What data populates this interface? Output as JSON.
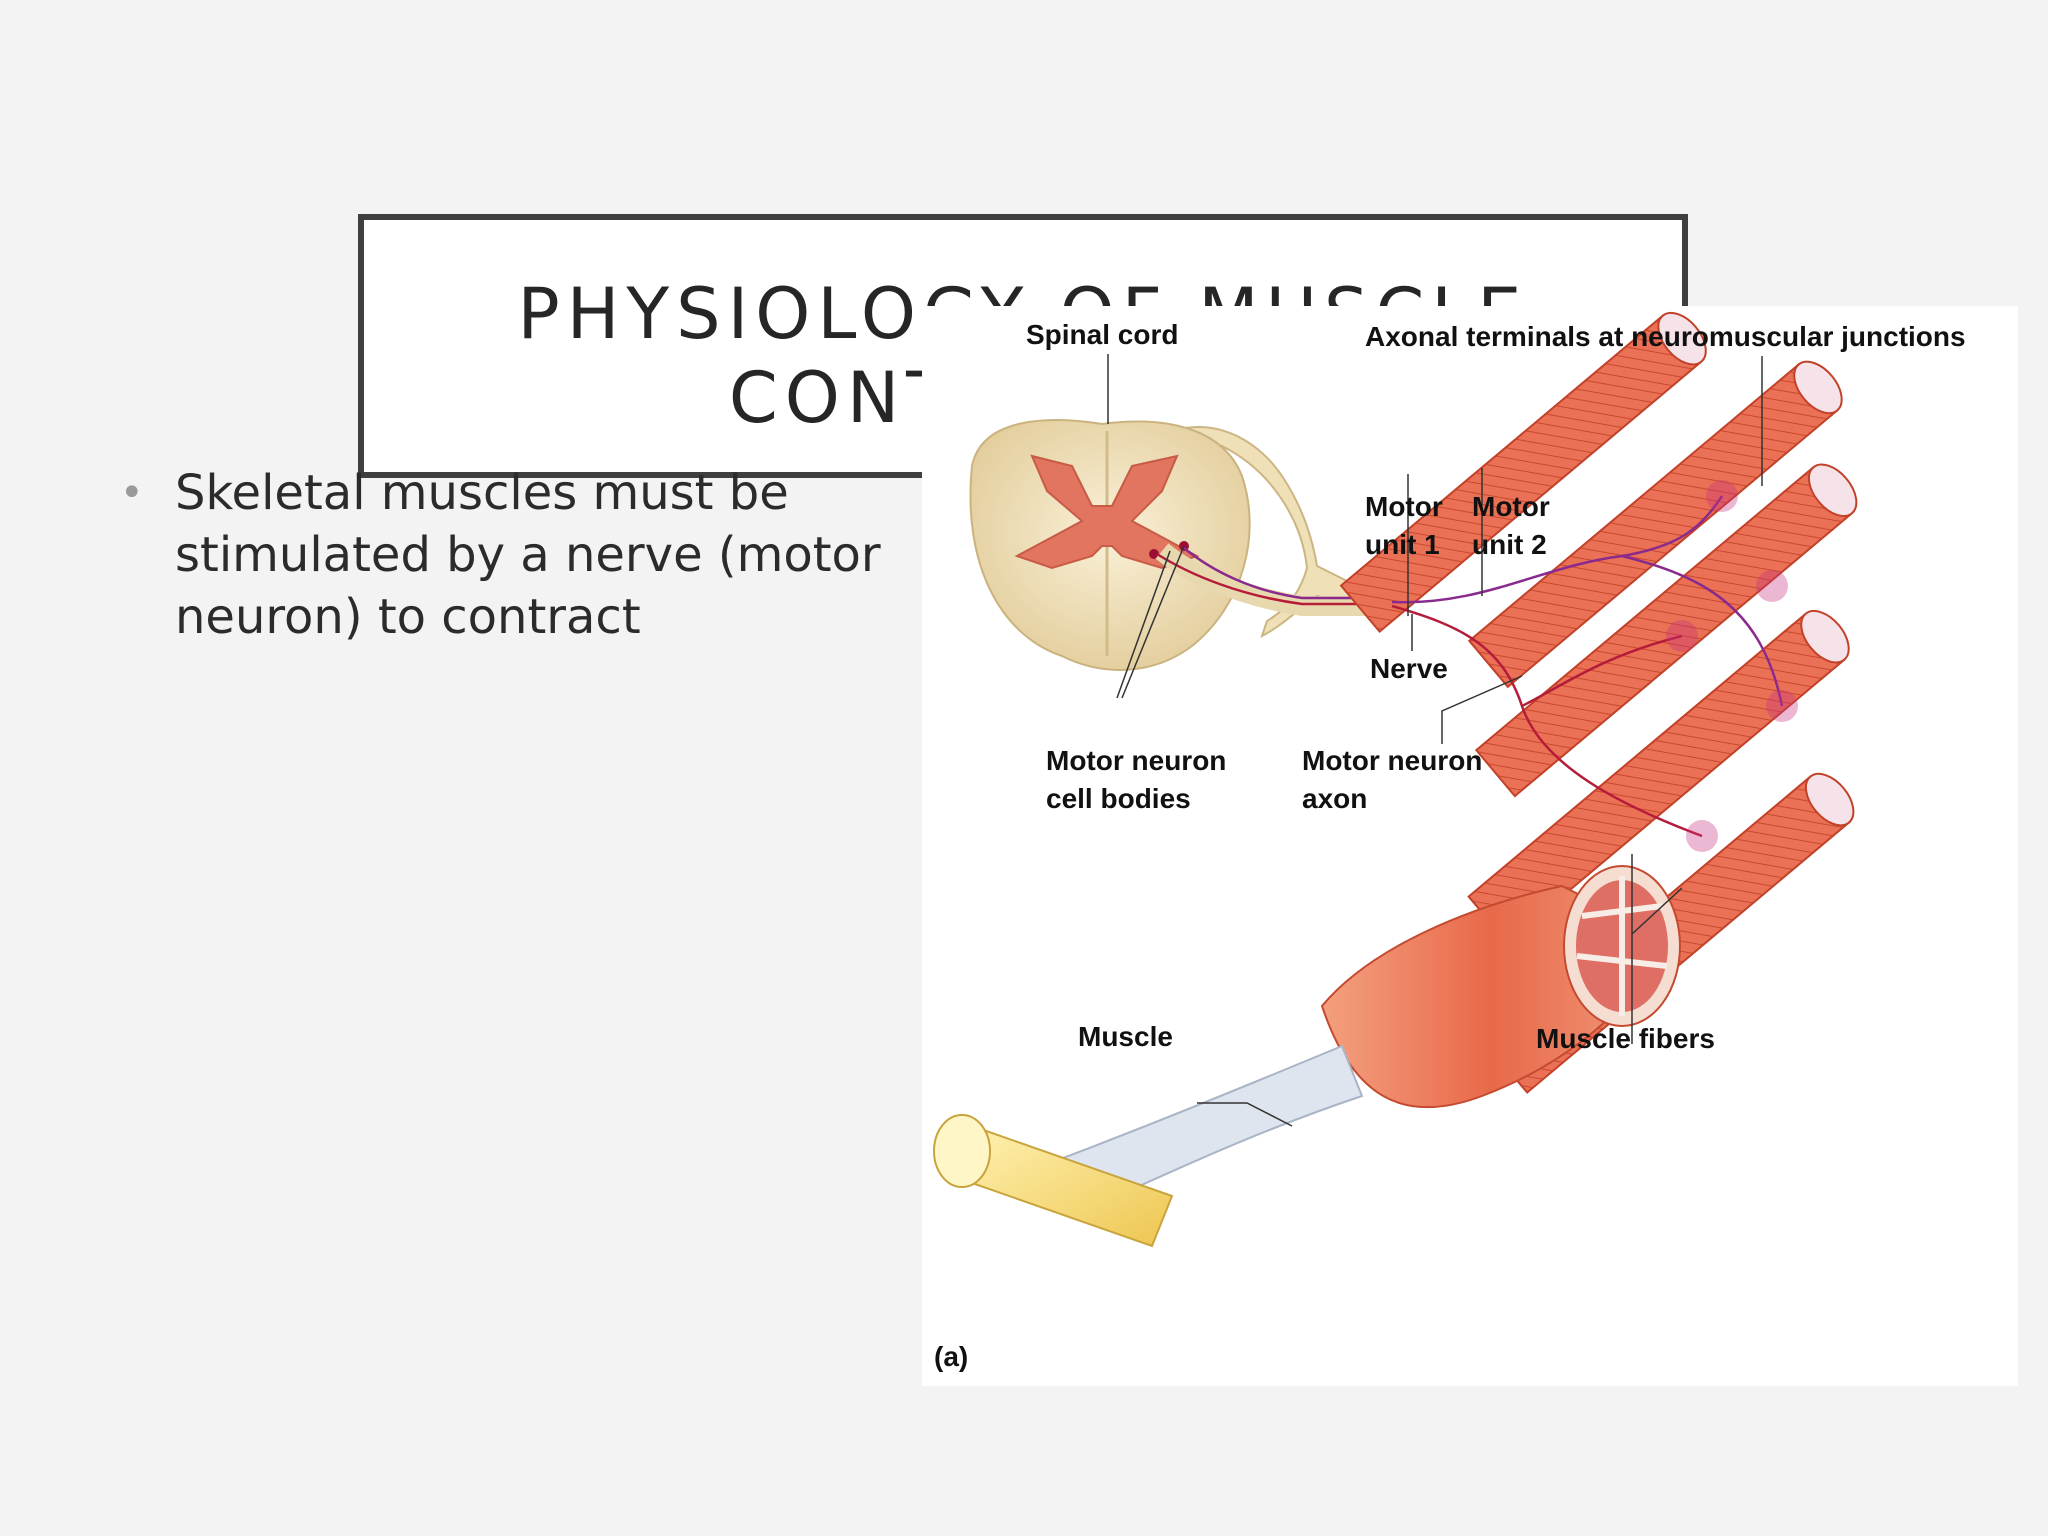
{
  "slide": {
    "title_line1": "PHYSIOLOGY OF MUSCLE",
    "title_line2": "CONTRACTION",
    "bullet": "Skeletal muscles must be stimulated by a nerve (motor neuron) to contract"
  },
  "figure": {
    "labels": {
      "spinal_cord": "Spinal cord",
      "axonal_terminals": "Axonal terminals at neuromuscular junctions",
      "motor_unit_1": "Motor\nunit 1",
      "motor_unit_2": "Motor\nunit 2",
      "nerve": "Nerve",
      "motor_neuron_cell_bodies": "Motor neuron\ncell bodies",
      "motor_neuron_axon": "Motor neuron\naxon",
      "muscle": "Muscle",
      "muscle_fibers": "Muscle fibers",
      "panel": "(a)"
    },
    "colors": {
      "muscle": "#e8694a",
      "fiber_stripe": "#c2442a",
      "grey_matter": "#e0755e",
      "spinal_cord": "#f1e4c3",
      "bone": "#f4d66a",
      "nerve_red": "#b51c3a",
      "nerve_purple": "#8a2a8e"
    }
  }
}
